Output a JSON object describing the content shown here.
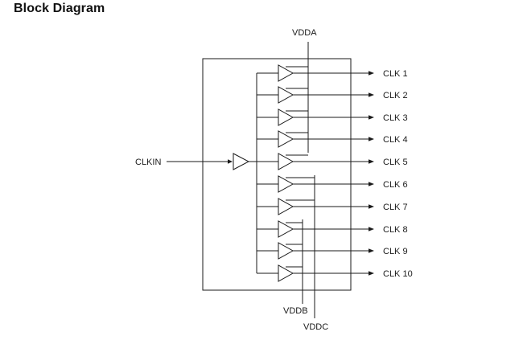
{
  "title": "Block Diagram",
  "diagram": {
    "input_label": "CLKIN",
    "supplies": {
      "vdda": "VDDA",
      "vddb": "VDDB",
      "vddc": "VDDC"
    },
    "outputs": [
      {
        "label": "CLK 1",
        "supply": "VDDA"
      },
      {
        "label": "CLK 2",
        "supply": "VDDA"
      },
      {
        "label": "CLK 3",
        "supply": "VDDA"
      },
      {
        "label": "CLK 4",
        "supply": "VDDA"
      },
      {
        "label": "CLK 5",
        "supply": "VDDA"
      },
      {
        "label": "CLK 6",
        "supply": "VDDC"
      },
      {
        "label": "CLK 7",
        "supply": "VDDC"
      },
      {
        "label": "CLK 8",
        "supply": "VDDB"
      },
      {
        "label": "CLK 9",
        "supply": "VDDB"
      },
      {
        "label": "CLK 10",
        "supply": "VDDB"
      }
    ]
  }
}
